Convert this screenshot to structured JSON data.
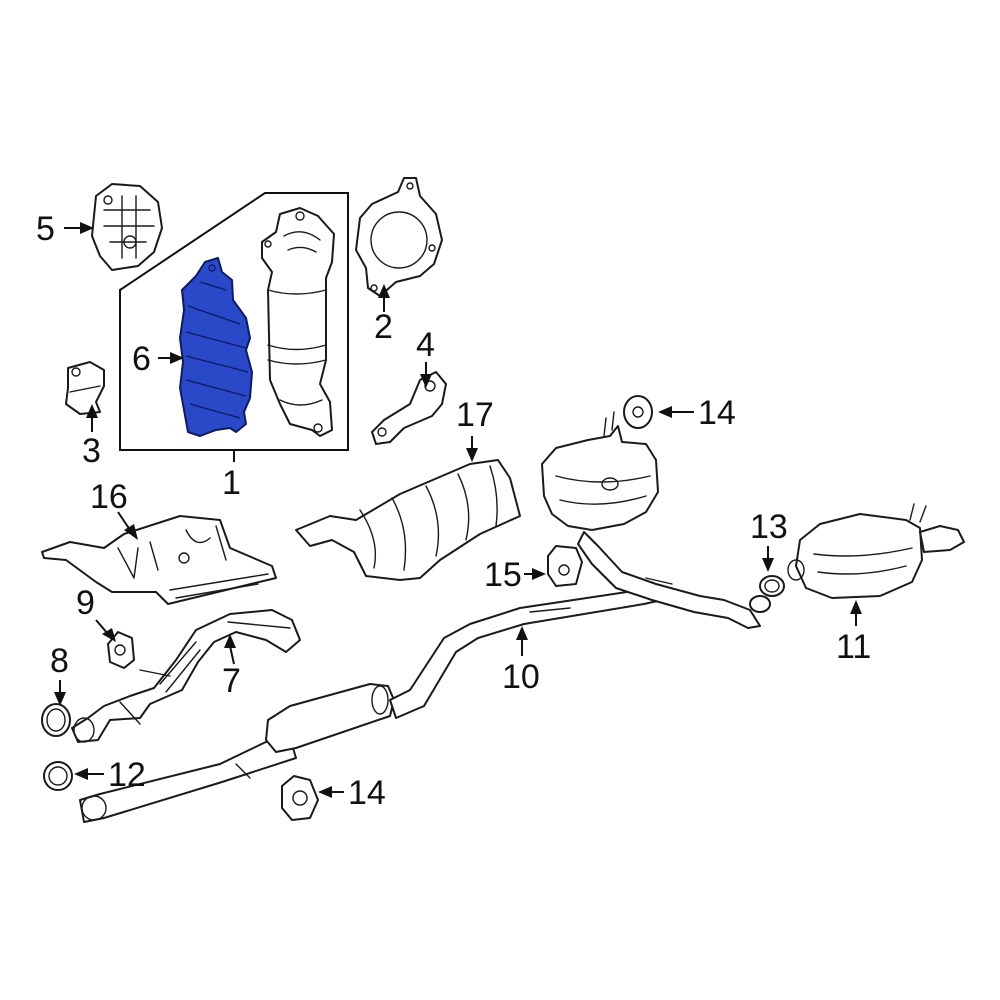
{
  "colors": {
    "highlight": "#2a49c8",
    "line": "#1a1a1a",
    "background": "#ffffff"
  },
  "callouts": [
    {
      "id": "c1",
      "label": "1"
    },
    {
      "id": "c2",
      "label": "2"
    },
    {
      "id": "c3",
      "label": "3"
    },
    {
      "id": "c4",
      "label": "4"
    },
    {
      "id": "c5",
      "label": "5"
    },
    {
      "id": "c6",
      "label": "6"
    },
    {
      "id": "c7",
      "label": "7"
    },
    {
      "id": "c8",
      "label": "8"
    },
    {
      "id": "c9",
      "label": "9"
    },
    {
      "id": "c10",
      "label": "10"
    },
    {
      "id": "c11",
      "label": "11"
    },
    {
      "id": "c12",
      "label": "12"
    },
    {
      "id": "c13",
      "label": "13"
    },
    {
      "id": "c14a",
      "label": "14"
    },
    {
      "id": "c14b",
      "label": "14"
    },
    {
      "id": "c15",
      "label": "15"
    },
    {
      "id": "c16",
      "label": "16"
    },
    {
      "id": "c17",
      "label": "17"
    }
  ]
}
